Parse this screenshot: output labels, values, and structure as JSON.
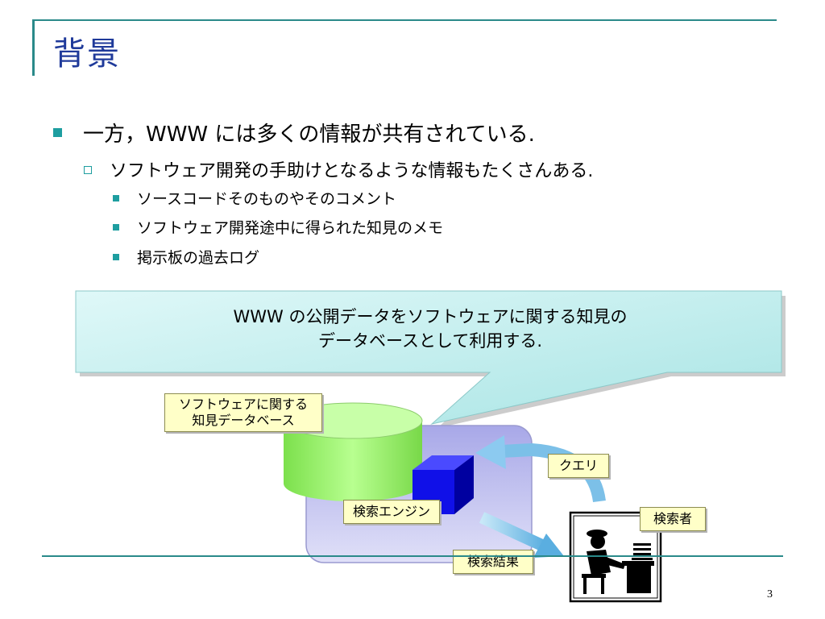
{
  "slide": {
    "title": "背景",
    "page_number": "3"
  },
  "bullets": {
    "level1": "一方，WWW には多くの情報が共有されている.",
    "level2": "ソフトウェア開発の手助けとなるような情報もたくさんある.",
    "level3": [
      "ソースコードそのものやそのコメント",
      "ソフトウェア開発途中に得られた知見のメモ",
      "掲示板の過去ログ"
    ]
  },
  "callout": {
    "line1": "WWW の公開データをソフトウェアに関する知見の",
    "line2": "データベースとして利用する."
  },
  "diagram": {
    "db_label_line1": "ソフトウェアに関する",
    "db_label_line2": "知見データベース",
    "engine_label": "検索エンジン",
    "query_label": "クエリ",
    "searcher_label": "検索者",
    "result_label": "検索結果"
  },
  "colors": {
    "title": "#1f3a9a",
    "accent": "#1e9ea0",
    "callout_fill": "#c8f0f0",
    "db_green": "#90ee6a",
    "engine_blue": "#1a1aff",
    "panel_lavender": "#b8b8ee",
    "label_fill": "#ffffc8"
  }
}
